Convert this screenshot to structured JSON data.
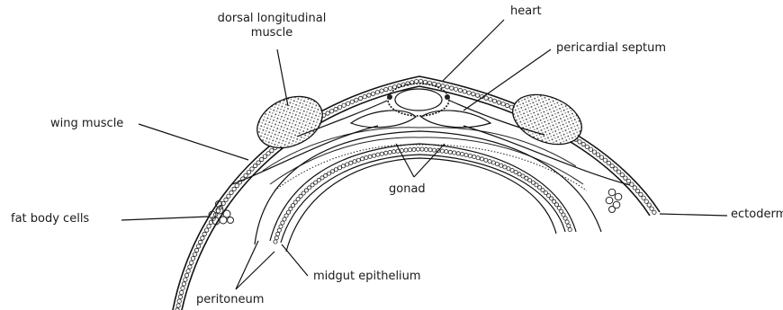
{
  "labels": {
    "dorsal_longitudinal_muscle_line1": "dorsal longitudinal",
    "dorsal_longitudinal_muscle_line2": "muscle",
    "heart": "heart",
    "pericardial_septum": "pericardial septum",
    "wing_muscle": "wing muscle",
    "gonad": "gonad",
    "fat_body_cells": "fat body cells",
    "ectoderm": "ectoderm",
    "midgut_epithelium": "midgut epithelium",
    "peritoneum": "peritoneum"
  }
}
